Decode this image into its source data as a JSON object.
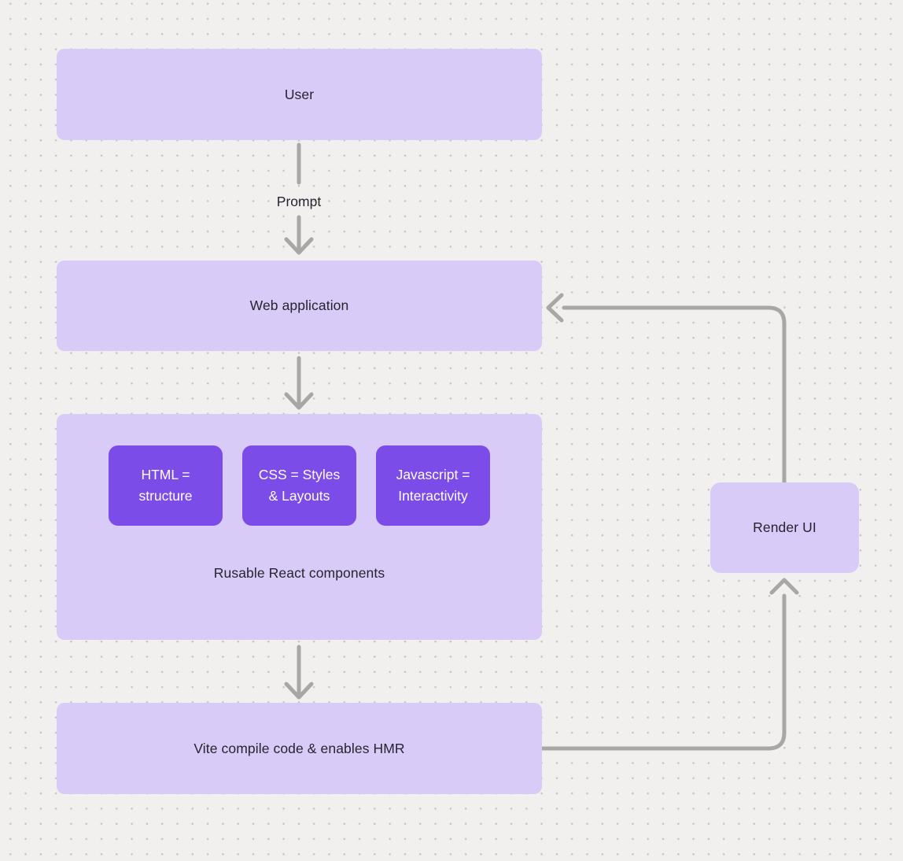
{
  "diagram": {
    "kind": "flowchart",
    "colors": {
      "canvas_background": "#f1f0ee",
      "dot_grid": "#c8c6c4",
      "node_light_purple": "#d9cbf7",
      "node_dark_purple": "#7c4ce8",
      "arrow_gray": "#a9a7a5",
      "text_dark": "#26242e",
      "text_light": "#ffffff"
    },
    "nodes": {
      "user": {
        "label": "User"
      },
      "web_application": {
        "label": "Web application"
      },
      "components_group": {
        "caption": "Rusable React components",
        "children": [
          {
            "line1": "HTML =",
            "line2": "structure"
          },
          {
            "line1": "CSS = Styles",
            "line2": "& Layouts"
          },
          {
            "line1": "Javascript =",
            "line2": "Interactivity"
          }
        ]
      },
      "vite": {
        "label": "Vite compile code & enables HMR"
      },
      "render_ui": {
        "label": "Render UI"
      }
    },
    "edges": {
      "prompt_label": "Prompt"
    }
  }
}
